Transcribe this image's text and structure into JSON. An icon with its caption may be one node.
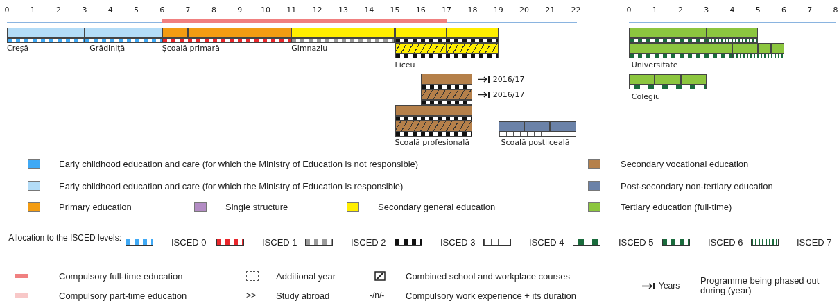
{
  "diagram": {
    "nodes": [
      {
        "text": [
          "Creșă"
        ]
      },
      {
        "text": [
          "Grădiniță"
        ]
      },
      {
        "text": [
          "Școală primară"
        ]
      },
      {
        "text": [
          "Gimnaziu"
        ]
      },
      {
        "text": [
          "Liceu"
        ]
      },
      {
        "text": [],
        "shape": "bar",
        "beside": [
          "2016/17",
          "2016/17"
        ]
      },
      {
        "text": [
          "Școală profesională"
        ]
      },
      {
        "text": [
          "Școală postliceală"
        ]
      },
      {
        "text": [
          "Universitate"
        ]
      },
      {
        "text": [
          "Colegiu"
        ]
      }
    ],
    "labels": [
      "0",
      "1",
      "2",
      "3",
      "4",
      "5",
      "6",
      "7",
      "8",
      "9",
      "10",
      "11",
      "12",
      "13",
      "14",
      "15",
      "16",
      "17",
      "18",
      "19",
      "20",
      "21",
      "22",
      "0",
      "1",
      "2",
      "3",
      "4",
      "5",
      "6",
      "7",
      "8",
      "Allocation to the ISCED levels:",
      ">>",
      "-/n/-",
      "Years"
    ],
    "legend": [
      {
        "text": "Early childhood education and care (for which the Ministry of Education is not responsible)",
        "color": "#3fa9f5"
      },
      {
        "text": "Early childhood education and care (for which the Ministry of Education is responsible)",
        "color": "#b3dcf7"
      },
      {
        "text": "Primary education",
        "color": "#f39c12"
      },
      {
        "text": "Single structure",
        "color": "#b38cc4"
      },
      {
        "text": "Secondary general education",
        "color": "#ffee00"
      },
      {
        "text": "Secondary vocational education",
        "color": "#b5804a"
      },
      {
        "text": "Post-secondary non-tertiary education",
        "color": "#6b82a8"
      },
      {
        "text": "Tertiary education (full-time)",
        "color": "#8cc63f"
      },
      {
        "text": "ISCED 0"
      },
      {
        "text": "ISCED 1"
      },
      {
        "text": "ISCED 2"
      },
      {
        "text": "ISCED 3"
      },
      {
        "text": "ISCED 4"
      },
      {
        "text": "ISCED 5"
      },
      {
        "text": "ISCED 6"
      },
      {
        "text": "ISCED 7"
      },
      {
        "text": "Compulsory full-time education",
        "color": "#f08080"
      },
      {
        "text": "Additional year"
      },
      {
        "text": "Combined school and workplace courses"
      },
      {
        "text": "Programme being phased out during (year)"
      },
      {
        "text": "Compulsory part-time education",
        "color": "#f8c8c8"
      },
      {
        "text": "Study abroad"
      },
      {
        "text": "Compulsory work experience + its duration"
      }
    ]
  }
}
